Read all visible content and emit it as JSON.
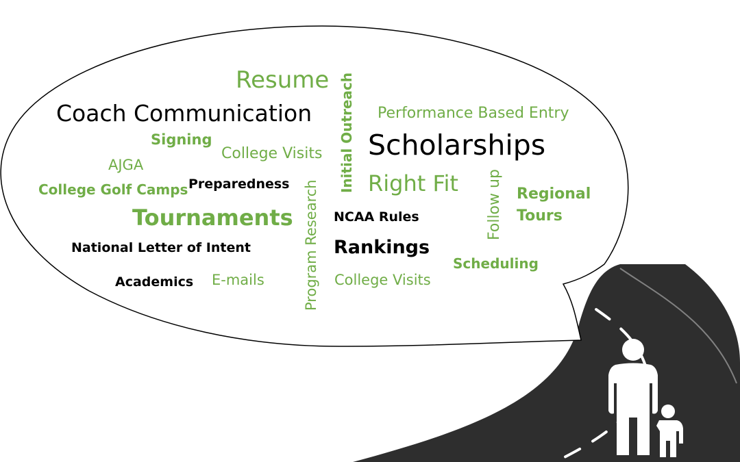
{
  "colors": {
    "accent_green": "#70ad47",
    "text_black": "#000000",
    "road": "#2e2e2e",
    "figure": "#ffffff"
  },
  "icons": [
    "road-graphic",
    "adult-figure-icon",
    "child-figure-icon",
    "speech-bubble"
  ],
  "words": {
    "resume": "Resume",
    "coach_communication": "Coach Communication",
    "initial_outreach": "Initial Outreach",
    "performance_based_entry": "Performance Based Entry",
    "signing": "Signing",
    "college_visits_1": "College Visits",
    "scholarships": "Scholarships",
    "ajga": "AJGA",
    "college_golf_camps": "College Golf Camps",
    "preparedness": "Preparedness",
    "right_fit": "Right Fit",
    "follow_up": "Follow up",
    "regional_tours": "Regional Tours",
    "program_research": "Program Research",
    "tournaments": "Tournaments",
    "ncaa_rules": "NCAA Rules",
    "national_letter_of_intent": "National Letter of Intent",
    "rankings": "Rankings",
    "scheduling": "Scheduling",
    "academics": "Academics",
    "e_mails": "E-mails",
    "college_visits_2": "College Visits"
  }
}
